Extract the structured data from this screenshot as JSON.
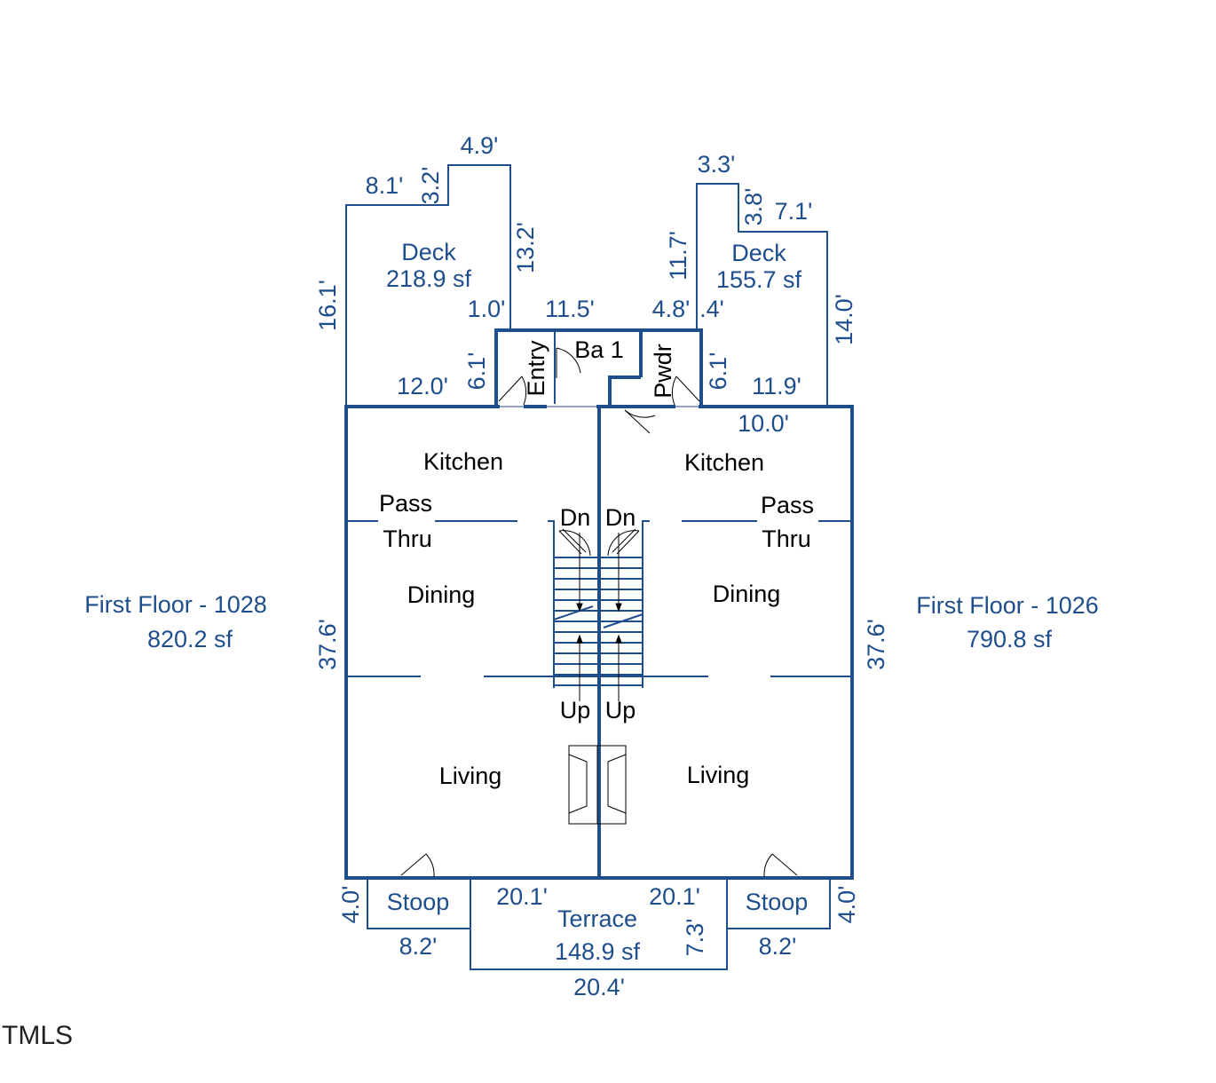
{
  "units": [
    {
      "floor_label": "First Floor - 1028",
      "area": "820.2 sf",
      "width_dim": "37.6'"
    },
    {
      "floor_label": "First Floor - 1026",
      "area": "790.8 sf",
      "width_dim": "37.6'"
    }
  ],
  "rooms_left": {
    "kitchen": "Kitchen",
    "pass1": "Pass",
    "pass2": "Thru",
    "dining": "Dining",
    "living": "Living",
    "stair_dn": "Dn",
    "stair_up": "Up"
  },
  "rooms_right": {
    "kitchen": "Kitchen",
    "pass1": "Pass",
    "pass2": "Thru",
    "dining": "Dining",
    "living": "Living",
    "stair_dn": "Dn",
    "stair_up": "Up"
  },
  "rooms_center": {
    "entry": "Entry",
    "bath": "Ba 1",
    "powder": "Pwdr"
  },
  "deck_left": {
    "label": "Deck",
    "area": "218.9 sf",
    "dims": [
      "16.1'",
      "8.1'",
      "3.2'",
      "4.9'",
      "13.2'",
      "1.0'",
      "6.1'",
      "12.0'"
    ]
  },
  "deck_right": {
    "label": "Deck",
    "area": "155.7 sf",
    "dims": [
      "3.3'",
      "3.8'",
      "7.1'",
      "11.7'",
      "14.0'",
      ".4'",
      "6.1'",
      "11.9'",
      "10.0'"
    ]
  },
  "center_dims": {
    "top": "11.5'",
    "pwdr_top": "4.8'"
  },
  "terrace": {
    "label": "Terrace",
    "area": "148.9 sf",
    "dims": [
      "20.1'",
      "20.1'",
      "7.3'",
      "20.4'"
    ]
  },
  "stoop_left": {
    "label": "Stoop",
    "dims": [
      "4.0'",
      "8.2'"
    ]
  },
  "stoop_right": {
    "label": "Stoop",
    "dims": [
      "4.0'",
      "8.2'"
    ]
  },
  "watermark": "TMLS",
  "colors": {
    "wall": "#1f4e8c",
    "fixture": "#000000",
    "background": "#ffffff"
  }
}
